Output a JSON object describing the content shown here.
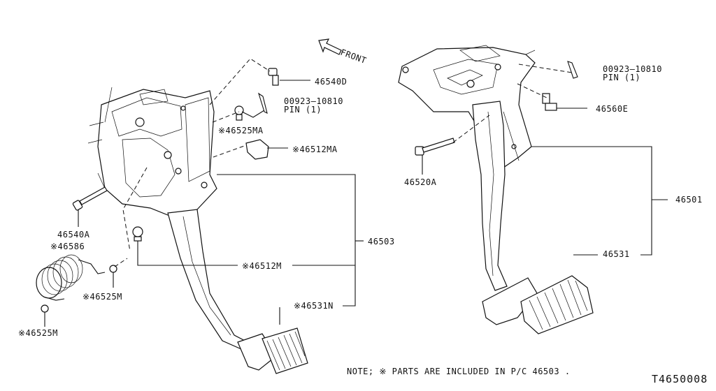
{
  "diagram": {
    "front_label": "FRONT",
    "note": "NOTE; ※ PARTS ARE INCLUDED IN P/C 46503 .",
    "figure_id": "T4650008",
    "callouts": {
      "c46540D": "46540D",
      "c00923a": "00923—10810",
      "pin1a": "PIN (1)",
      "c46525MA": "※46525MA",
      "c46512MA": "※46512MA",
      "c46540A": "46540A",
      "c46586": "※46586",
      "c46525M_1": "※46525M",
      "c46525M_2": "※46525M",
      "c46512M": "※46512M",
      "c46531N": "※46531N",
      "c46503": "46503",
      "c00923b": "00923—10810",
      "pin1b": "PIN (1)",
      "c46560E": "46560E",
      "c46520A": "46520A",
      "c46501": "46501",
      "c46531": "46531"
    }
  }
}
